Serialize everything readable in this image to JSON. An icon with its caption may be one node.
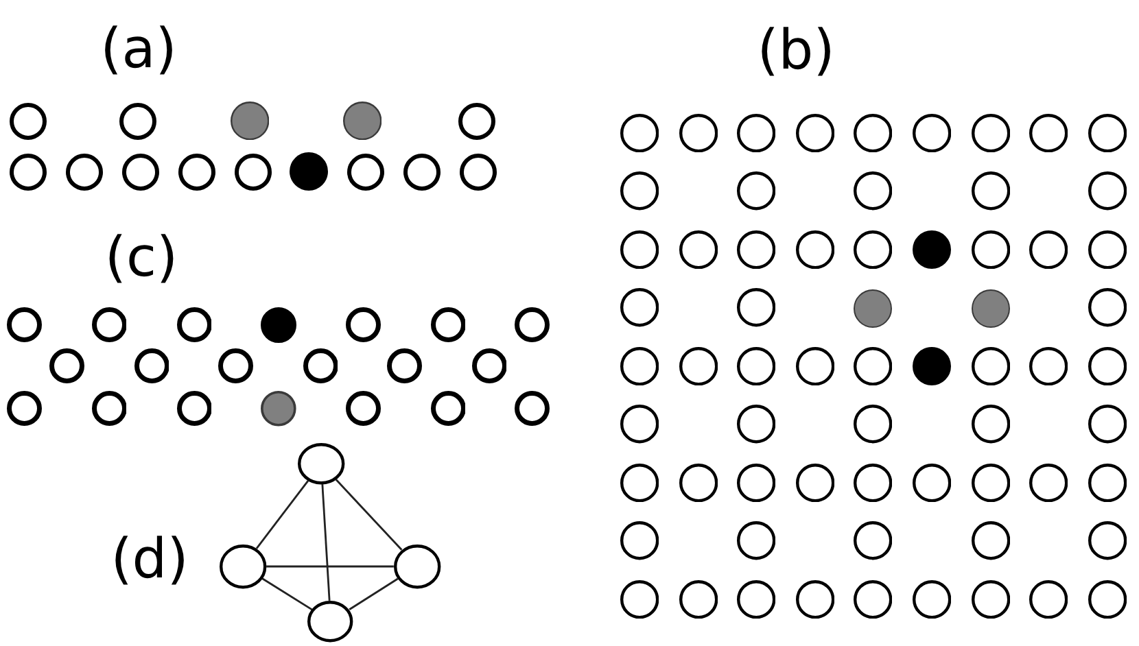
{
  "diagram": {
    "nodes": [
      {
        "text": [],
        "shape": "circle"
      },
      {
        "text": [],
        "shape": "circle"
      },
      {
        "text": [],
        "shape": "circle"
      },
      {
        "text": [],
        "shape": "circle"
      }
    ],
    "edges": [
      {
        "from": 0,
        "to": 1,
        "arrow": "none"
      },
      {
        "from": 0,
        "to": 2,
        "arrow": "none"
      },
      {
        "from": 0,
        "to": 3,
        "arrow": "none"
      },
      {
        "from": 1,
        "to": 2,
        "arrow": "none"
      },
      {
        "from": 1,
        "to": 3,
        "arrow": "none"
      },
      {
        "from": 2,
        "to": 3,
        "arrow": "none"
      }
    ],
    "labels": [
      "(a)",
      "(b)",
      "(c)",
      "(d)"
    ]
  }
}
